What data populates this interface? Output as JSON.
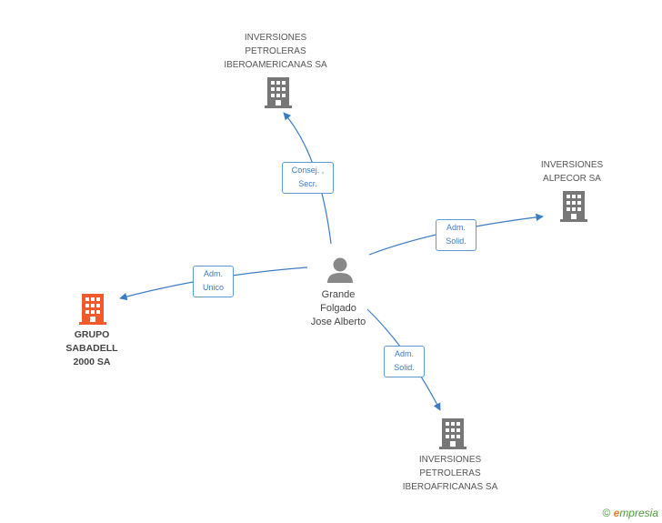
{
  "center": {
    "name": "Grande\nFolgado\nJose Alberto"
  },
  "companies": [
    {
      "id": "petro-ibero",
      "name": "INVERSIONES\nPETROLERAS\nIBEROAMERICANAS SA",
      "color": "#777777"
    },
    {
      "id": "alpecor",
      "name": "INVERSIONES\nALPECOR SA",
      "color": "#777777"
    },
    {
      "id": "sabadell",
      "name": "GRUPO\nSABADELL\n2000 SA",
      "color": "#f25a2c"
    },
    {
      "id": "petro-africa",
      "name": "INVERSIONES\nPETROLERAS\nIBEROAFRICANAS SA",
      "color": "#777777"
    }
  ],
  "edges": [
    {
      "target": "petro-ibero",
      "role_line1": "Consej. ,",
      "role_line2": "Secr."
    },
    {
      "target": "alpecor",
      "role_line1": "Adm.",
      "role_line2": "Solid."
    },
    {
      "target": "sabadell",
      "role_line1": "Adm.",
      "role_line2": "Unico"
    },
    {
      "target": "petro-africa",
      "role_line1": "Adm.",
      "role_line2": "Solid."
    }
  ],
  "colors": {
    "edge": "#3a7cc5",
    "person": "#888888"
  },
  "footer": {
    "copyright": "©",
    "brand_e": "e",
    "brand_rest": "mpresia"
  }
}
